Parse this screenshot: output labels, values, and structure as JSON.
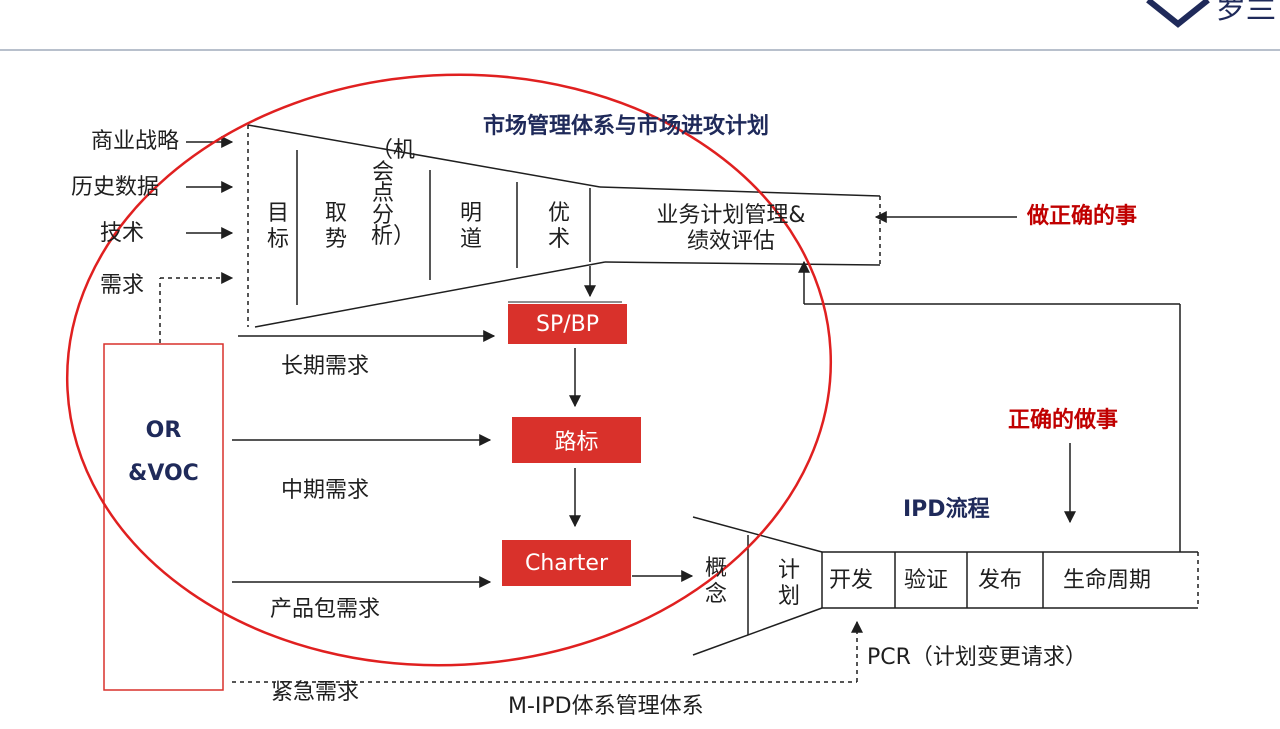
{
  "logo": {
    "text": "罗兰"
  },
  "colors": {
    "accent_red": "#d9312b",
    "text_red": "#c00000",
    "line": "#1f1f1f",
    "circle": "#e02020"
  },
  "funnel": {
    "title": "市场管理体系与市场进攻计划",
    "steps": [
      "目标",
      "取势",
      "（机会点分析）",
      "明道",
      "优术"
    ],
    "tail_label": "业务计划管理&绩效评估",
    "inputs": [
      "商业战略",
      "历史数据",
      "技术",
      "需求"
    ]
  },
  "right_labels": {
    "do_right_things": "做正确的事",
    "do_things_right": "正确的做事"
  },
  "or_box": {
    "line1": "OR",
    "line2": "&VOC"
  },
  "demands": {
    "long": "长期需求",
    "mid": "中期需求",
    "package": "产品包需求",
    "urgent": "紧急需求"
  },
  "red_boxes": {
    "spbp": "SP/BP",
    "roadmap": "路标",
    "charter": "Charter"
  },
  "ipd": {
    "title": "IPD流程",
    "funnel_steps": [
      "概念",
      "计划"
    ],
    "phases": [
      "开发",
      "验证",
      "发布",
      "生命周期"
    ],
    "pcr": "PCR（计划变更请求）",
    "system": "M-IPD体系管理体系"
  }
}
